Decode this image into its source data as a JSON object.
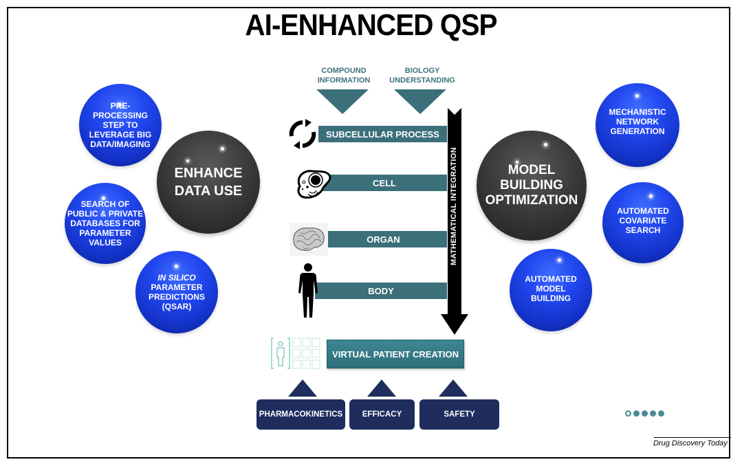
{
  "title": "AI-ENHANCED QSP",
  "left": {
    "hub": "ENHANCE DATA USE",
    "satellites": [
      {
        "line1": "PRE-",
        "line2": "PROCESSING",
        "line3": "STEP TO",
        "line4": "LEVERAGE BIG",
        "line5": "DATA/IMAGING"
      },
      {
        "line1": "SEARCH OF",
        "line2": "PUBLIC & PRIVATE",
        "line3": "DATABASES FOR",
        "line4": "PARAMETER",
        "line5": "VALUES"
      },
      {
        "line1_italic": "IN SILICO",
        "line2": "PARAMETER",
        "line3": "PREDICTIONS",
        "line4": "(QSAR)"
      }
    ]
  },
  "right": {
    "hub": "MODEL BUILDING OPTIMIZATION",
    "satellites": [
      {
        "line1": "MECHANISTIC",
        "line2": "NETWORK",
        "line3": "GENERATION"
      },
      {
        "line1": "AUTOMATED",
        "line2": "COVARIATE",
        "line3": "SEARCH"
      },
      {
        "line1": "AUTOMATED",
        "line2": "MODEL",
        "line3": "BUILDING"
      }
    ]
  },
  "center": {
    "inputs": [
      {
        "line1": "COMPOUND",
        "line2": "INFORMATION"
      },
      {
        "line1": "BIOLOGY",
        "line2": "UNDERSTANDING"
      }
    ],
    "scales": [
      {
        "label": "SUBCELLULAR PROCESS",
        "icon": "cycle-arrows-icon"
      },
      {
        "label": "CELL",
        "icon": "cell-icon"
      },
      {
        "label": "ORGAN",
        "icon": "brain-icon"
      },
      {
        "label": "BODY",
        "icon": "human-body-icon"
      }
    ],
    "integration_label": "MATHEMATICAL INTEGRATION",
    "virtual_patient": "VIRTUAL PATIENT CREATION",
    "outputs": [
      "PHARMACOKINETICS",
      "EFFICACY",
      "SAFETY"
    ]
  },
  "pagination": {
    "total": 5,
    "current": 1
  },
  "colors": {
    "teal": "#3b6f7a",
    "navy": "#1e2d5e",
    "sphere_blue": "#2147ee",
    "sphere_dark": "#3c3c3e"
  },
  "source": "Drug Discovery Today"
}
